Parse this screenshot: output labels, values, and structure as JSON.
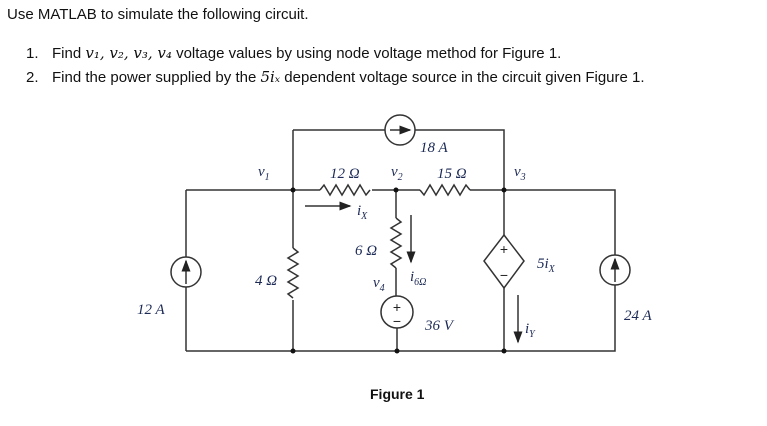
{
  "intro": "Use MATLAB to simulate the following circuit.",
  "questions": [
    {
      "num": "1.",
      "pre": "Find ",
      "math": "v₁, v₂, v₃, v₄",
      "post": " voltage values by using node voltage method for Figure 1."
    },
    {
      "num": "2.",
      "pre": "Find the power supplied by the ",
      "math": "5iₓ",
      "post": " dependent voltage source in the circuit given Figure 1."
    }
  ],
  "circuit": {
    "nodes": {
      "v1": "v",
      "v1_sub": "1",
      "v2": "v",
      "v2_sub": "2",
      "v3": "v",
      "v3_sub": "3",
      "v4": "v",
      "v4_sub": "4"
    },
    "resistors": {
      "r12": "12 Ω",
      "r15": "15 Ω",
      "r6": "6 Ω",
      "r4": "4 Ω"
    },
    "sources": {
      "i18": "18 A",
      "i12": "12 A",
      "i24": "24 A",
      "v36": "36 V",
      "dep": "5i",
      "dep_sub": "X"
    },
    "currents": {
      "ix": "i",
      "ix_sub": "X",
      "i6": "i",
      "i6_sub": "6Ω",
      "iy": "i",
      "iy_sub": "Y"
    },
    "signs": {
      "plus": "+",
      "minus": "−"
    }
  },
  "caption": "Figure 1"
}
